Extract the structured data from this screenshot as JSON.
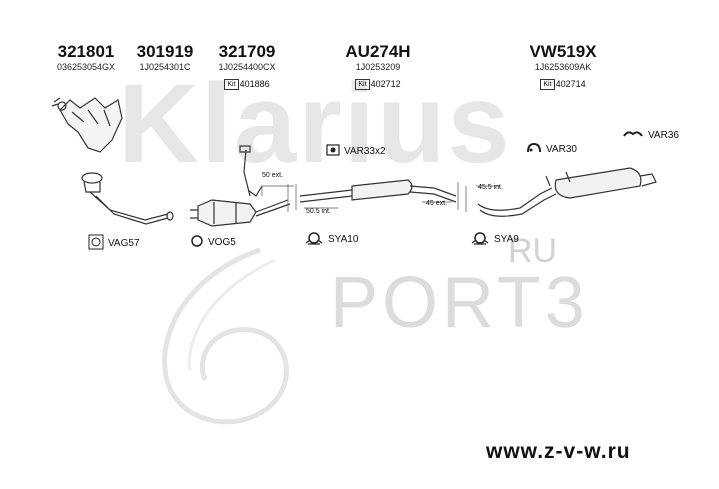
{
  "parts": [
    {
      "number": "321801",
      "code": "036253054GX",
      "kit": ""
    },
    {
      "number": "301919",
      "code": "1J0254301C",
      "kit": ""
    },
    {
      "number": "321709",
      "code": "1J0254400CX",
      "kit": "401886"
    },
    {
      "number": "AU274H",
      "code": "1J0253209",
      "kit": "402712"
    },
    {
      "number": "VW519X",
      "code": "1J6253609AK",
      "kit": "402714"
    }
  ],
  "kit_label": "Kit",
  "accessories": {
    "var33": "VAR33x2",
    "var30": "VAR30",
    "var36": "VAR36",
    "vag57": "VAG57",
    "vog5": "VOG5",
    "sya10": "SYA10",
    "sya9": "SYA9"
  },
  "dimensions": {
    "d1": "50 ext.",
    "d2": "50.5 int.",
    "d3": "45.5 int.",
    "d4": "45 ext."
  },
  "watermark": {
    "brand": "Klarius",
    "ru": "RU",
    "port": "PORT3"
  },
  "website": "www.z-v-w.ru"
}
